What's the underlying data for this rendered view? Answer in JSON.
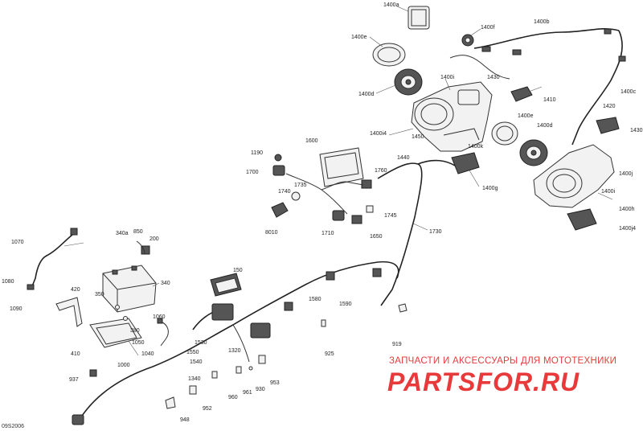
{
  "labels": [
    {
      "text": "1400a"
    },
    {
      "text": "1400b"
    },
    {
      "text": "1400e"
    },
    {
      "text": "1400f"
    },
    {
      "text": "1400i"
    },
    {
      "text": "1400d"
    },
    {
      "text": "1430"
    },
    {
      "text": "1410"
    },
    {
      "text": "1400c"
    },
    {
      "text": "1420"
    },
    {
      "text": "1430"
    },
    {
      "text": "1400e"
    },
    {
      "text": "1400d"
    },
    {
      "text": "1400i4"
    },
    {
      "text": "1450"
    },
    {
      "text": "1400k"
    },
    {
      "text": "1440"
    },
    {
      "text": "1400g"
    },
    {
      "text": "1400j"
    },
    {
      "text": "1400i"
    },
    {
      "text": "1400h"
    },
    {
      "text": "1400j4"
    },
    {
      "text": "1190"
    },
    {
      "text": "1600"
    },
    {
      "text": "1700"
    },
    {
      "text": "1735"
    },
    {
      "text": "1760"
    },
    {
      "text": "1740"
    },
    {
      "text": "1745"
    },
    {
      "text": "8010"
    },
    {
      "text": "1710"
    },
    {
      "text": "1650"
    },
    {
      "text": "1730"
    },
    {
      "text": "1070"
    },
    {
      "text": "340a"
    },
    {
      "text": "850"
    },
    {
      "text": "200"
    },
    {
      "text": "1080"
    },
    {
      "text": "1090"
    },
    {
      "text": "420"
    },
    {
      "text": "350"
    },
    {
      "text": "340"
    },
    {
      "text": "150"
    },
    {
      "text": "1580"
    },
    {
      "text": "1590"
    },
    {
      "text": "380"
    },
    {
      "text": "1050"
    },
    {
      "text": "1060"
    },
    {
      "text": "410"
    },
    {
      "text": "1040"
    },
    {
      "text": "1530"
    },
    {
      "text": "1550"
    },
    {
      "text": "1320"
    },
    {
      "text": "1540"
    },
    {
      "text": "925"
    },
    {
      "text": "919"
    },
    {
      "text": "1000"
    },
    {
      "text": "937"
    },
    {
      "text": "1340"
    },
    {
      "text": "960"
    },
    {
      "text": "961"
    },
    {
      "text": "930"
    },
    {
      "text": "953"
    },
    {
      "text": "952"
    },
    {
      "text": "948"
    }
  ],
  "watermark": {
    "line1": "ЗАПЧАСТИ И АКСЕССУАРЫ ДЛЯ МОТОТЕХНИКИ",
    "line2": "PARTSFOR.RU"
  },
  "diagram_code": "09S2006"
}
